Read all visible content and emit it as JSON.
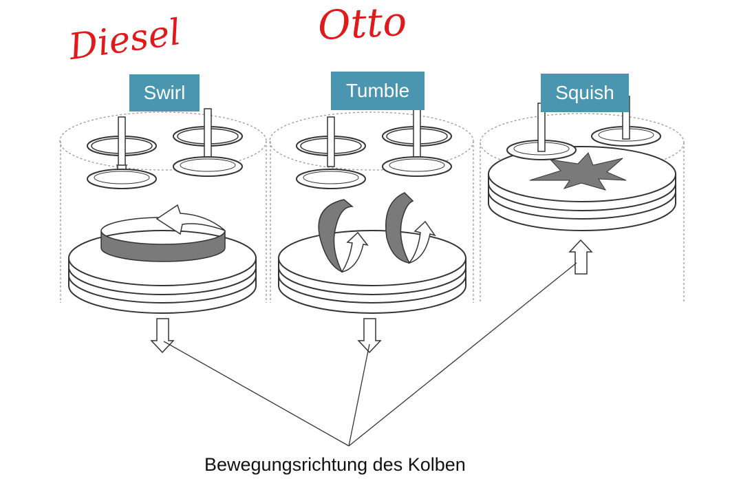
{
  "labels": {
    "swirl": "Swirl",
    "tumble": "Tumble",
    "squish": "Squish"
  },
  "caption": "Bewegungsrichtung des Kolben",
  "annotations": {
    "diesel": "Diesel",
    "otto": "Otto"
  },
  "colors": {
    "label_background": "#4a96b0",
    "annotation_ink": "#e01a1a",
    "flow_fill": "#7a7a7a"
  }
}
